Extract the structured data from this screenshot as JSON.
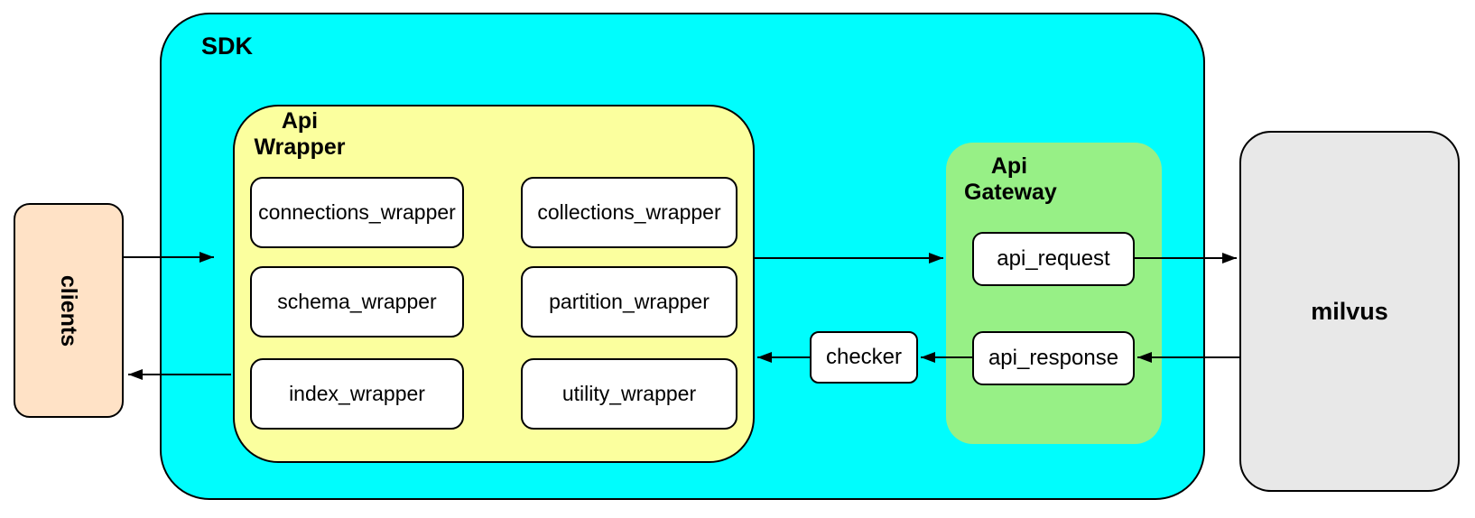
{
  "diagram": {
    "clients": {
      "label": "clients",
      "fill": "#FFE2C6"
    },
    "sdk": {
      "label": "SDK",
      "fill": "#00FDFD"
    },
    "api_wrapper": {
      "label": "Api\nWrapper",
      "fill": "#FBFF9E",
      "boxes": [
        "connections_wrapper",
        "collections_wrapper",
        "schema_wrapper",
        "partition_wrapper",
        "index_wrapper",
        "utility_wrapper"
      ]
    },
    "checker": {
      "label": "checker",
      "fill": "#FFFFFF"
    },
    "api_gateway": {
      "label": "Api\nGateway",
      "fill": "#97F086",
      "boxes": [
        "api_request",
        "api_response"
      ]
    },
    "milvus": {
      "label": "milvus",
      "fill": "#E8E8E8"
    },
    "edges": [
      {
        "from": "clients",
        "to": "sdk"
      },
      {
        "from": "api_wrapper",
        "to": "api_gateway"
      },
      {
        "from": "api_request",
        "to": "milvus"
      },
      {
        "from": "milvus",
        "to": "api_response"
      },
      {
        "from": "api_response",
        "to": "checker"
      },
      {
        "from": "checker",
        "to": "api_wrapper"
      },
      {
        "from": "sdk",
        "to": "clients"
      }
    ],
    "colors": {
      "border": "#000000",
      "arrow": "#000000",
      "node_fill": "#FFFFFF",
      "text": "#000000"
    }
  }
}
